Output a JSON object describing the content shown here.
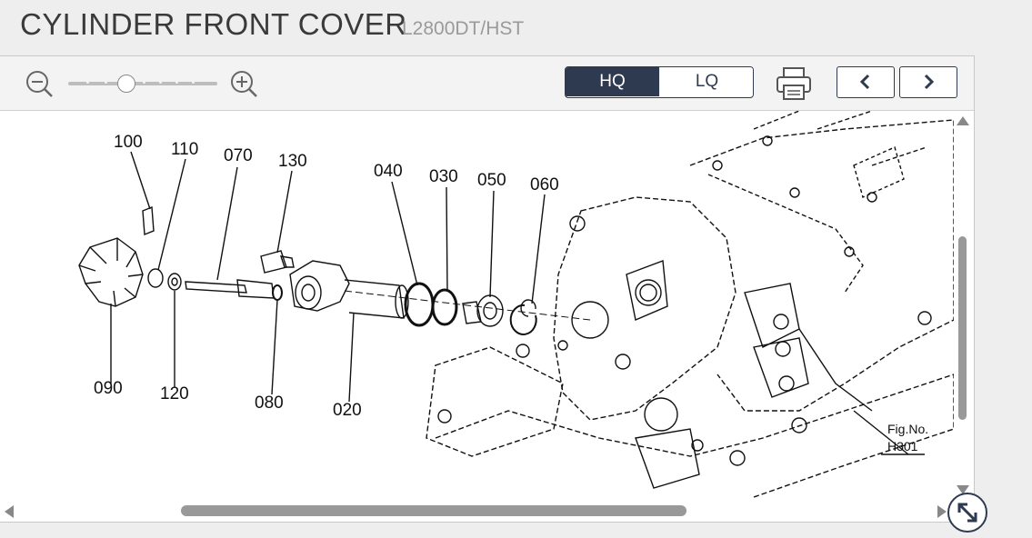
{
  "title": {
    "lead_glyph": ")",
    "main": "CYLINDER FRONT COVER",
    "model": "L2800DT/HST"
  },
  "toolbar": {
    "zoom_out_icon": "zoom-out-icon",
    "zoom_in_icon": "zoom-in-icon",
    "zoom_level": 0.39,
    "quality": {
      "hq_label": "HQ",
      "lq_label": "LQ",
      "selected": "HQ"
    },
    "print_icon": "printer-icon",
    "prev_icon": "chevron-left-icon",
    "next_icon": "chevron-right-icon"
  },
  "diagram": {
    "part_labels": [
      "100",
      "110",
      "070",
      "130",
      "040",
      "030",
      "050",
      "060",
      "090",
      "120",
      "080",
      "020"
    ],
    "fig_no_label": "Fig.No.",
    "fig_no_value": "H301"
  },
  "colors": {
    "accent": "#2e3a4f",
    "background": "#eeeeef",
    "scroll_thumb": "#999999"
  }
}
